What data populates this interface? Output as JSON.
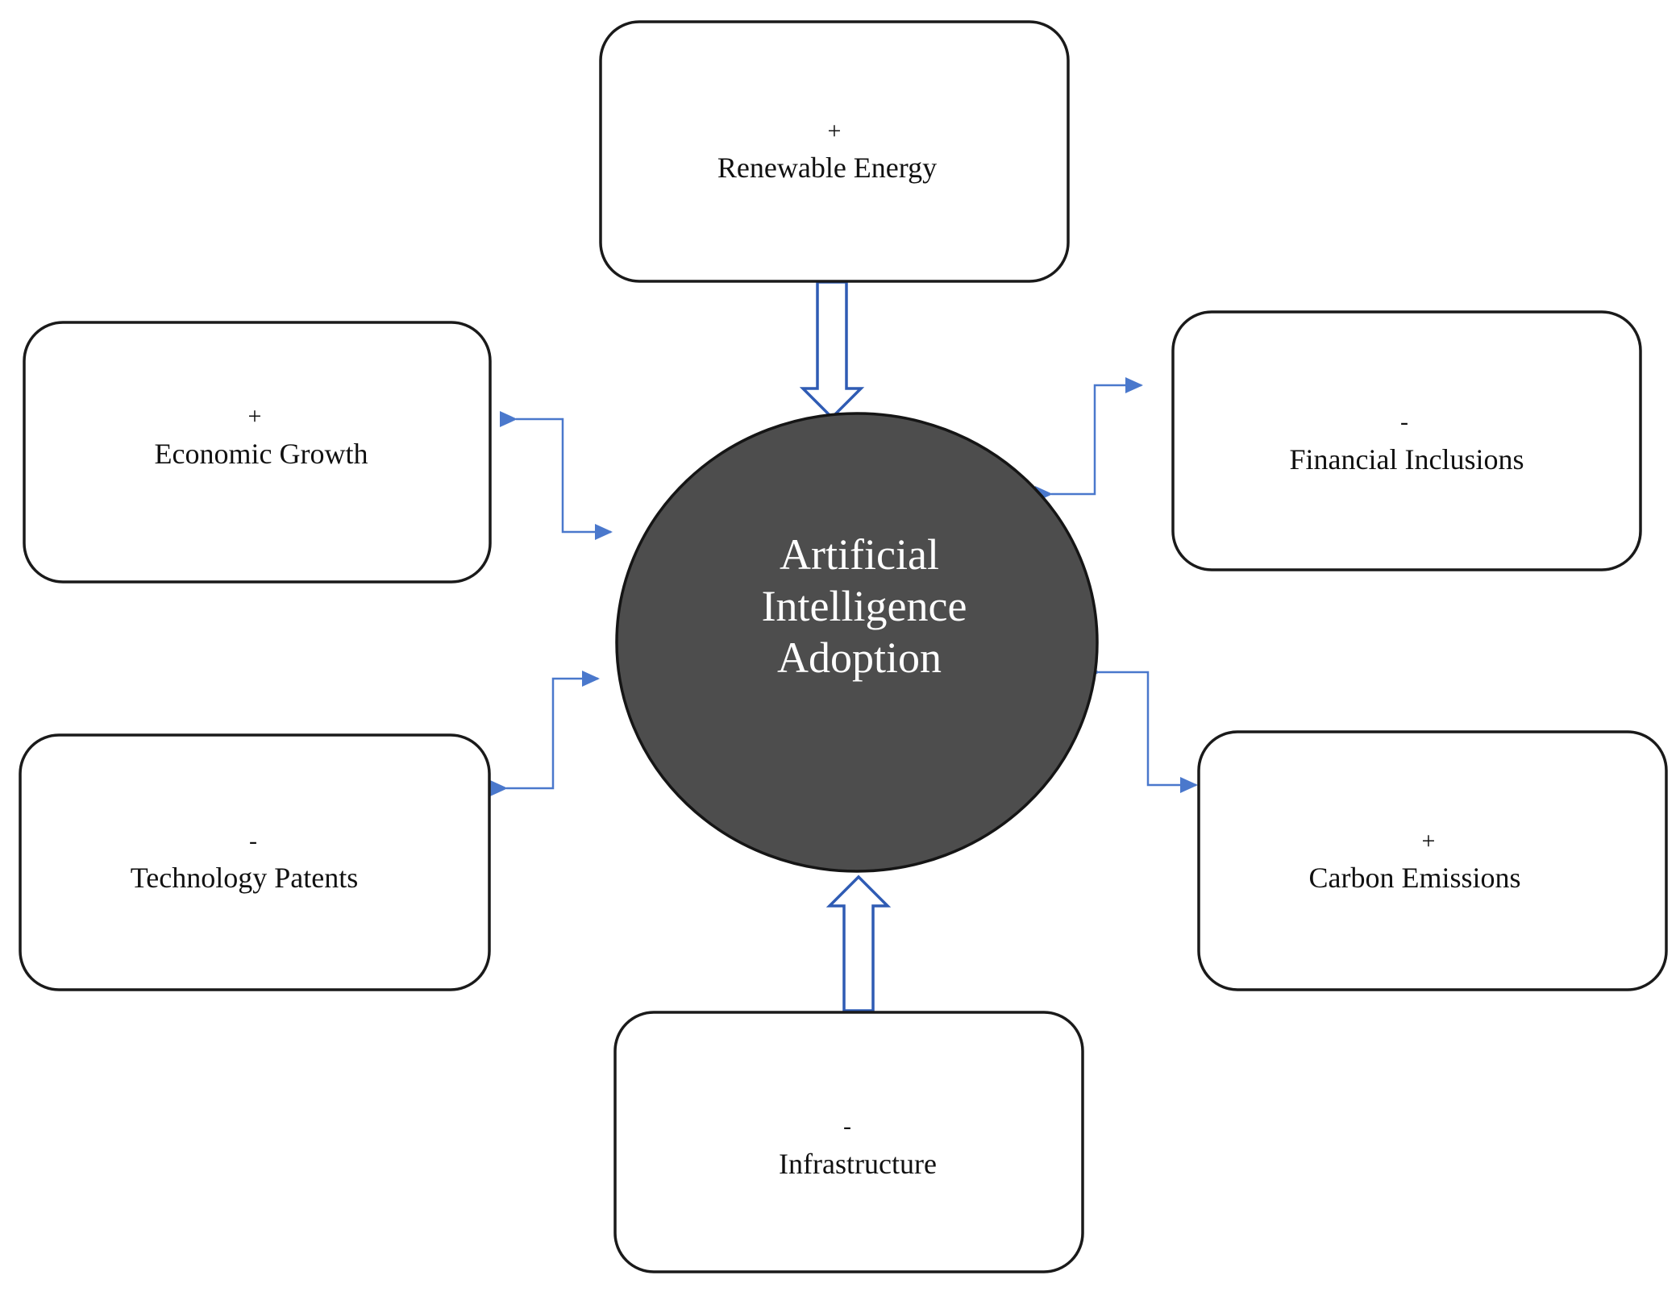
{
  "center": {
    "lines": [
      "Artificial",
      "Intelligence",
      "Adoption"
    ],
    "fill_color": "#4d4d4d"
  },
  "nodes": {
    "renewable_energy": {
      "sign": "+",
      "label": "Renewable Energy",
      "connector": "block-arrow-into-center"
    },
    "economic_growth": {
      "sign": "+",
      "label": "Economic Growth",
      "connector": "bidirectional-arrow"
    },
    "financial_inclusions": {
      "sign": "-",
      "label": "Financial Inclusions",
      "connector": "bidirectional-arrow"
    },
    "technology_patents": {
      "sign": "-",
      "label": "Technology Patents",
      "connector": "bidirectional-arrow"
    },
    "carbon_emissions": {
      "sign": "+",
      "label": "Carbon Emissions",
      "connector": "bidirectional-arrow"
    },
    "infrastructure": {
      "sign": "-",
      "label": "Infrastructure",
      "connector": "block-arrow-into-center"
    }
  },
  "colors": {
    "connector": "#4a78cc",
    "block_arrow_outline": "#2f5bb4",
    "box_border": "#1a1a1a",
    "center_text": "#ffffff"
  }
}
